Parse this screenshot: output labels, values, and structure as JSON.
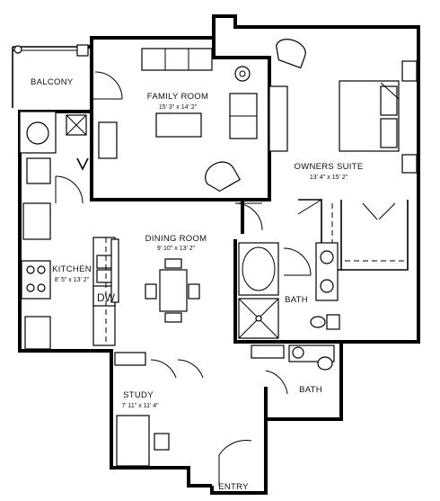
{
  "rooms": {
    "balcony": {
      "name": "BALCONY"
    },
    "family_room": {
      "name": "FAMILY ROOM",
      "dimensions": "15' 3\" x 14' 2\""
    },
    "owners_suite": {
      "name": "OWNERS SUITE",
      "dimensions": "13' 4\" x 15' 2\""
    },
    "dining_room": {
      "name": "DINING ROOM",
      "dimensions": "9' 10\" x 13' 2\""
    },
    "kitchen": {
      "name": "KITCHEN",
      "dimensions": "8' 5\" x 13' 2\""
    },
    "bath_owners": {
      "name": "BATH"
    },
    "bath_hall": {
      "name": "BATH"
    },
    "study": {
      "name": "STUDY",
      "dimensions": "7' 11\" x 11' 4\""
    },
    "entry": {
      "name": "ENTRY"
    }
  },
  "appliances": {
    "dishwasher": {
      "label": "DW"
    }
  }
}
